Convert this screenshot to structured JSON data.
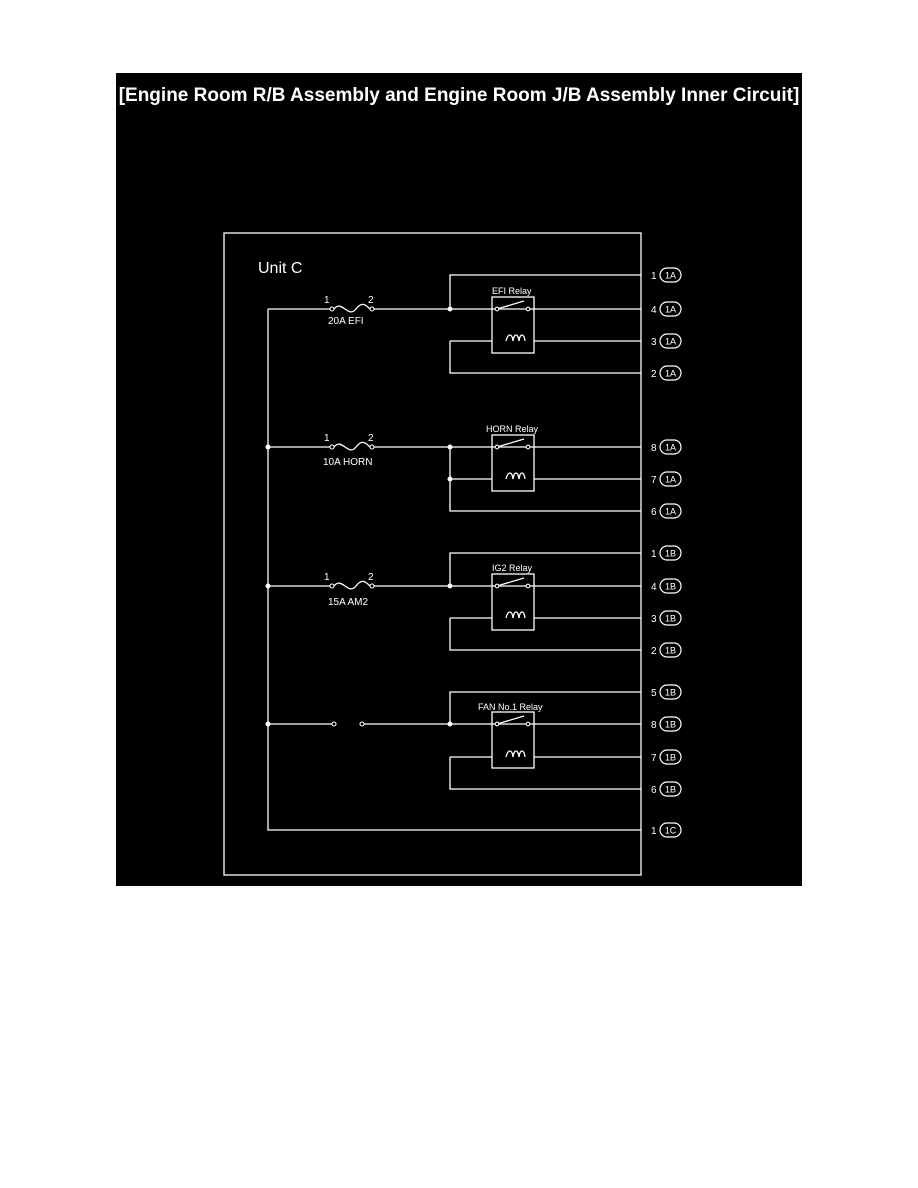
{
  "title": "[Engine Room R/B Assembly and Engine Room J/B Assembly Inner Circuit]",
  "colors": {
    "panel": "#000000",
    "line": "#ffffff",
    "page": "#ffffff"
  },
  "unit_label": "Unit C",
  "fuses": [
    {
      "pin_left": "1",
      "pin_right": "2",
      "label": "20A EFI"
    },
    {
      "pin_left": "1",
      "pin_right": "2",
      "label": "10A HORN"
    },
    {
      "pin_left": "1",
      "pin_right": "2",
      "label": "15A AM2"
    }
  ],
  "relays": [
    {
      "label": "EFI Relay"
    },
    {
      "label": "HORN Relay"
    },
    {
      "label": "IG2 Relay"
    },
    {
      "label": "FAN No.1 Relay"
    }
  ],
  "terminals": [
    {
      "pin": "1",
      "connector": "1A"
    },
    {
      "pin": "4",
      "connector": "1A"
    },
    {
      "pin": "3",
      "connector": "1A"
    },
    {
      "pin": "2",
      "connector": "1A"
    },
    {
      "pin": "8",
      "connector": "1A"
    },
    {
      "pin": "7",
      "connector": "1A"
    },
    {
      "pin": "6",
      "connector": "1A"
    },
    {
      "pin": "1",
      "connector": "1B"
    },
    {
      "pin": "4",
      "connector": "1B"
    },
    {
      "pin": "3",
      "connector": "1B"
    },
    {
      "pin": "2",
      "connector": "1B"
    },
    {
      "pin": "5",
      "connector": "1B"
    },
    {
      "pin": "8",
      "connector": "1B"
    },
    {
      "pin": "7",
      "connector": "1B"
    },
    {
      "pin": "6",
      "connector": "1B"
    },
    {
      "pin": "1",
      "connector": "1C"
    }
  ]
}
